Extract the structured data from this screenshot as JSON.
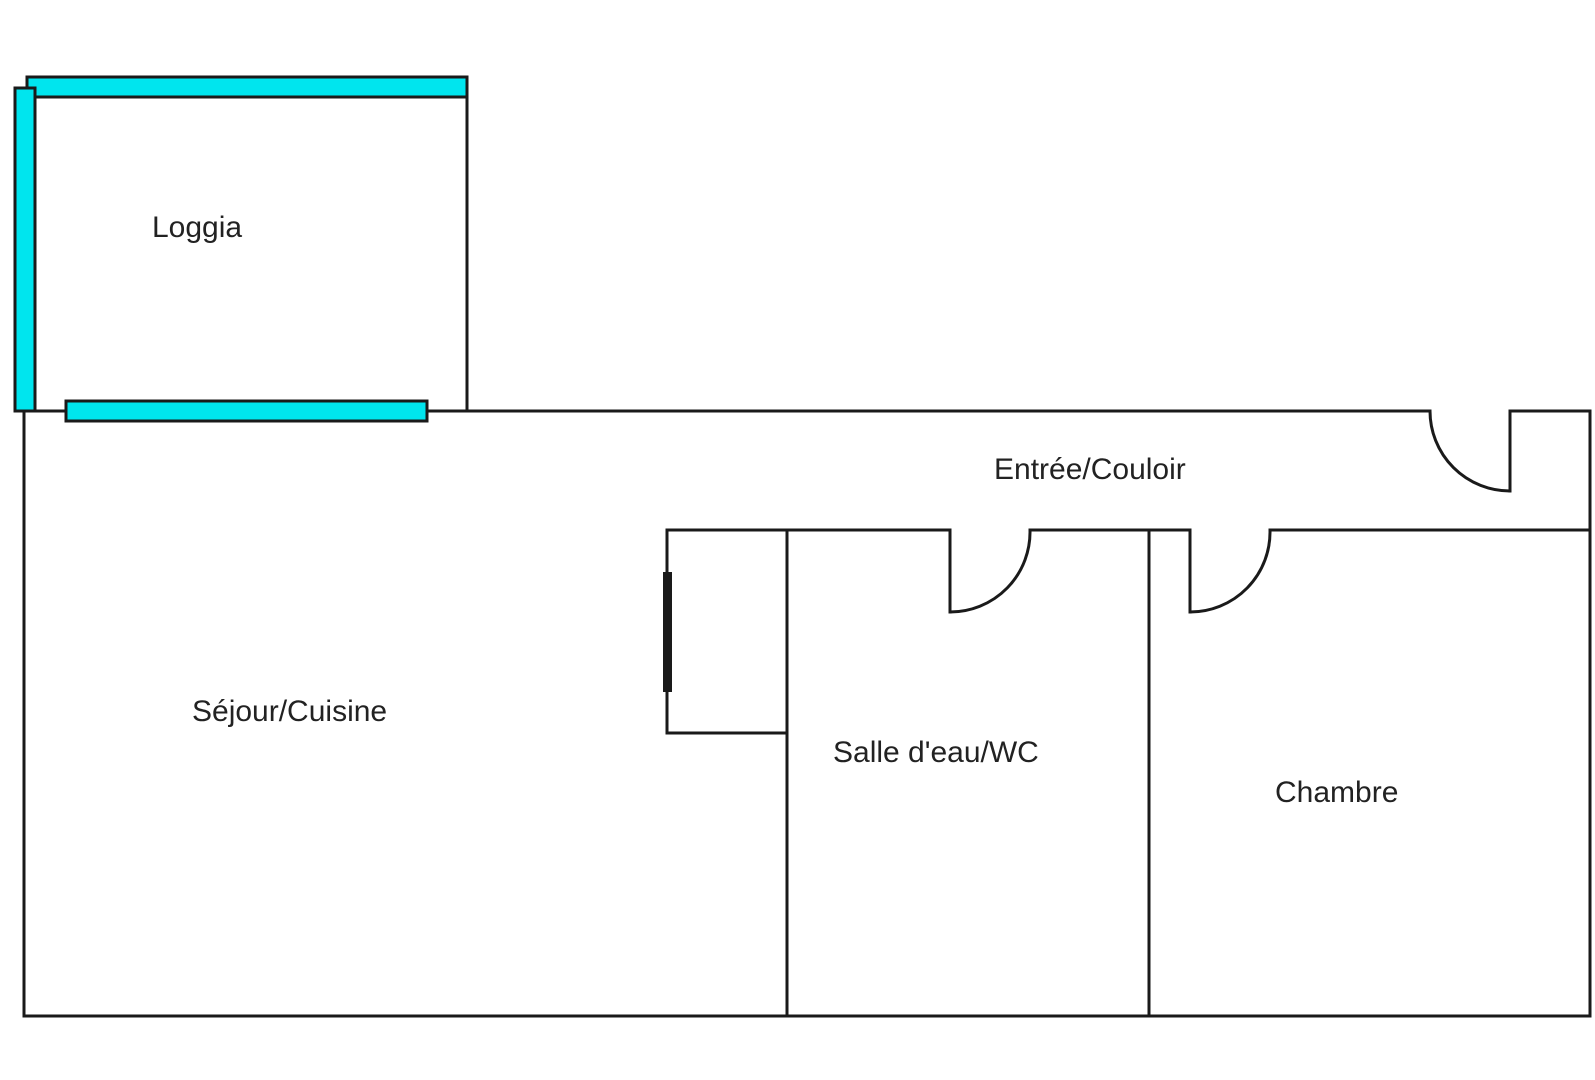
{
  "floorplan": {
    "colors": {
      "wall": "#1a1a1a",
      "window": "#00e5ee",
      "background": "#ffffff",
      "label": "#222222"
    },
    "rooms": {
      "loggia": "Loggia",
      "entree_couloir": "Entrée/Couloir",
      "sejour_cuisine": "Séjour/Cuisine",
      "salle_eau_wc": "Salle d'eau/WC",
      "chambre": "Chambre"
    }
  }
}
